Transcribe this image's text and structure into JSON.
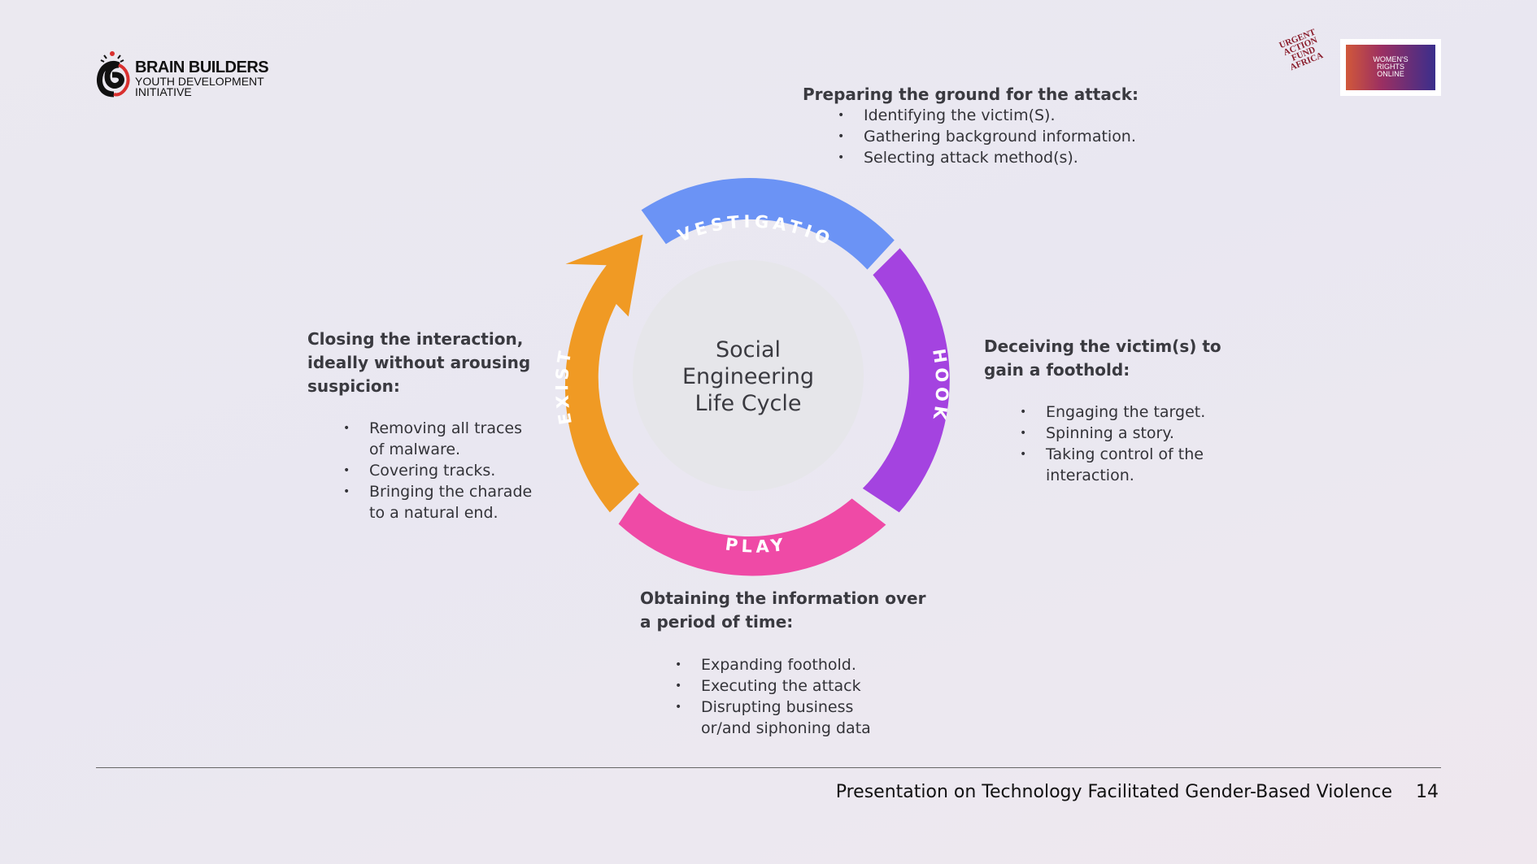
{
  "logo_left": {
    "line1": "BRAIN BUILDERS",
    "line2": "YOUTH DEVELOPMENT",
    "line3": "INITIATIVE"
  },
  "logo_uaf": {
    "text": "URGENT ACTION FUND AFRICA"
  },
  "logo_wro": {
    "line1": "WOMEN'S",
    "line2": "RIGHTS",
    "line3": "ONLINE"
  },
  "cycle": {
    "center": [
      "Social",
      "Engineering",
      "Life Cycle"
    ],
    "segments": {
      "investigation": {
        "label": "INVESTIGATION",
        "color": "#6b93f5"
      },
      "hook": {
        "label": "HOOK",
        "color": "#a443e0"
      },
      "play": {
        "label": "PLAY",
        "color": "#ef4aa6"
      },
      "exist": {
        "label": "EXIST",
        "color": "#f09a24"
      }
    }
  },
  "investigation": {
    "heading": "Preparing the ground for the attack:",
    "bullets": [
      "Identifying the victim(S).",
      "Gathering background information.",
      "Selecting attack method(s)."
    ]
  },
  "hook": {
    "heading": [
      "Deceiving the victim(s) to",
      "gain a foothold:"
    ],
    "bullets": [
      [
        "Engaging the target."
      ],
      [
        "Spinning a story."
      ],
      [
        "Taking control of the",
        "interaction."
      ]
    ]
  },
  "play": {
    "heading": [
      "Obtaining the information over",
      "a period of time:"
    ],
    "bullets": [
      [
        "Expanding foothold."
      ],
      [
        "Executing the attack"
      ],
      [
        "Disrupting business",
        "or/and siphoning data"
      ]
    ]
  },
  "exist": {
    "heading": [
      "Closing the interaction,",
      "ideally without arousing",
      "suspicion:"
    ],
    "bullets": [
      [
        "Removing all traces",
        "of malware."
      ],
      [
        "Covering tracks."
      ],
      [
        "Bringing the charade",
        "to a natural end."
      ]
    ]
  },
  "footer": {
    "title": "Presentation on Technology Facilitated Gender-Based Violence",
    "page": "14"
  }
}
